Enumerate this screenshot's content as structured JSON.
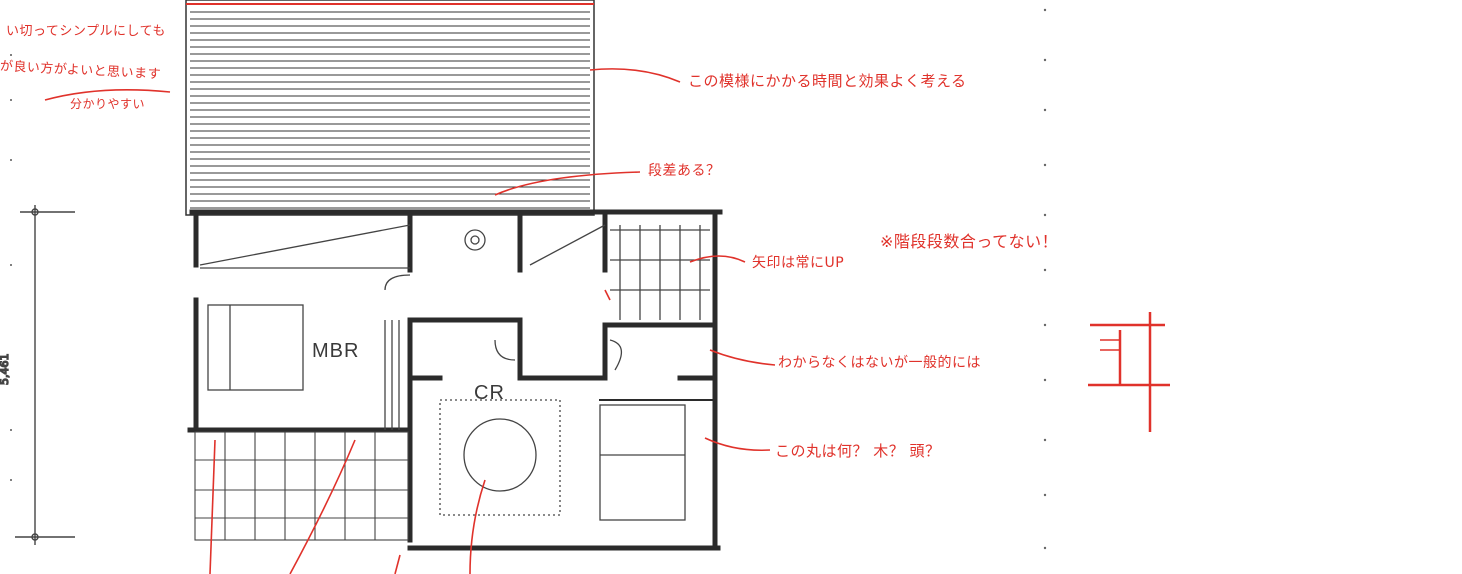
{
  "rooms": {
    "master_bedroom": "MBR",
    "closet": "CR"
  },
  "notes": {
    "top_left_1": "い切ってシンプルにしても",
    "top_left_2": "が良い方がよいと思います",
    "top_left_3": "分かりやすい",
    "roof_work": "この模様にかかる時間と効果よく考える",
    "ridge": "段差ある？",
    "stair_count": "※階段段数合ってない！",
    "landing_up": "矢印は常にUP",
    "closet_general": "わからなくはないが一般的には",
    "circle_question": "この丸は何？ 木？ 頭？"
  },
  "colors": {
    "ink": "#2b2b2b",
    "redline": "#e0322b",
    "paper": "#ffffff"
  }
}
